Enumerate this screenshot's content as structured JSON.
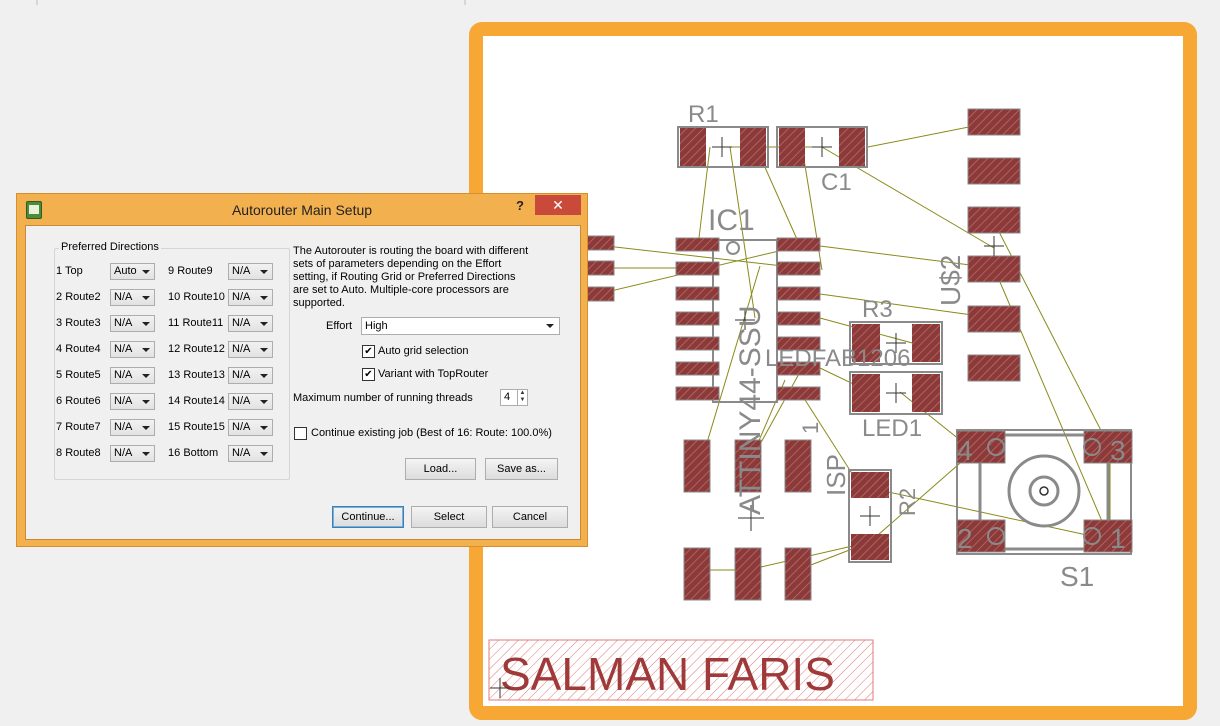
{
  "dialog": {
    "title": "Autorouter Main Setup",
    "help_label": "?",
    "close_label": "✕",
    "preferred_directions": {
      "title": "Preferred Directions",
      "layers": [
        {
          "num": "1",
          "name": "Top",
          "value": "Auto"
        },
        {
          "num": "2",
          "name": "Route2",
          "value": "N/A"
        },
        {
          "num": "3",
          "name": "Route3",
          "value": "N/A"
        },
        {
          "num": "4",
          "name": "Route4",
          "value": "N/A"
        },
        {
          "num": "5",
          "name": "Route5",
          "value": "N/A"
        },
        {
          "num": "6",
          "name": "Route6",
          "value": "N/A"
        },
        {
          "num": "7",
          "name": "Route7",
          "value": "N/A"
        },
        {
          "num": "8",
          "name": "Route8",
          "value": "N/A"
        },
        {
          "num": "9",
          "name": "Route9",
          "value": "N/A"
        },
        {
          "num": "10",
          "name": "Route10",
          "value": "N/A"
        },
        {
          "num": "11",
          "name": "Route11",
          "value": "N/A"
        },
        {
          "num": "12",
          "name": "Route12",
          "value": "N/A"
        },
        {
          "num": "13",
          "name": "Route13",
          "value": "N/A"
        },
        {
          "num": "14",
          "name": "Route14",
          "value": "N/A"
        },
        {
          "num": "15",
          "name": "Route15",
          "value": "N/A"
        },
        {
          "num": "16",
          "name": "Bottom",
          "value": "N/A"
        }
      ]
    },
    "description": "The Autorouter is routing the board with different sets of parameters depending on the Effort setting, if Routing Grid or Preferred Directions are set to Auto. Multiple-core processors are supported.",
    "effort": {
      "label": "Effort",
      "value": "High"
    },
    "auto_grid": {
      "label": "Auto grid selection",
      "checked": true
    },
    "variant_toprouter": {
      "label": "Variant with TopRouter",
      "checked": true
    },
    "threads": {
      "label": "Maximum number of running threads",
      "value": "4"
    },
    "continue_job": {
      "label": "Continue existing job (Best of 16: Route: 100.0%)",
      "checked": false
    },
    "buttons": {
      "load": "Load...",
      "save_as": "Save as...",
      "continue": "Continue...",
      "select": "Select",
      "cancel": "Cancel"
    }
  },
  "board": {
    "labels": {
      "r1": "R1",
      "c1": "C1",
      "ic1": "IC1",
      "ic1_value": "ATTINY44-SSU",
      "us2": "U$2",
      "r3": "R3",
      "led_value": "LEDFAB1206",
      "led1": "LED1",
      "isp": "ISP",
      "isp_pin": "1",
      "r2": "R2",
      "s1": "S1",
      "s1_pin4": "4",
      "s1_pin3": "3",
      "s1_pin2": "2",
      "s1_pin1": "1",
      "name": "SALMAN FARIS"
    },
    "colors": {
      "outline": "#f7a733",
      "pad": "#8b3a3a",
      "wire": "#8a8a1a",
      "silk": "#8a8a8a",
      "name_text": "#a03a3a"
    }
  }
}
